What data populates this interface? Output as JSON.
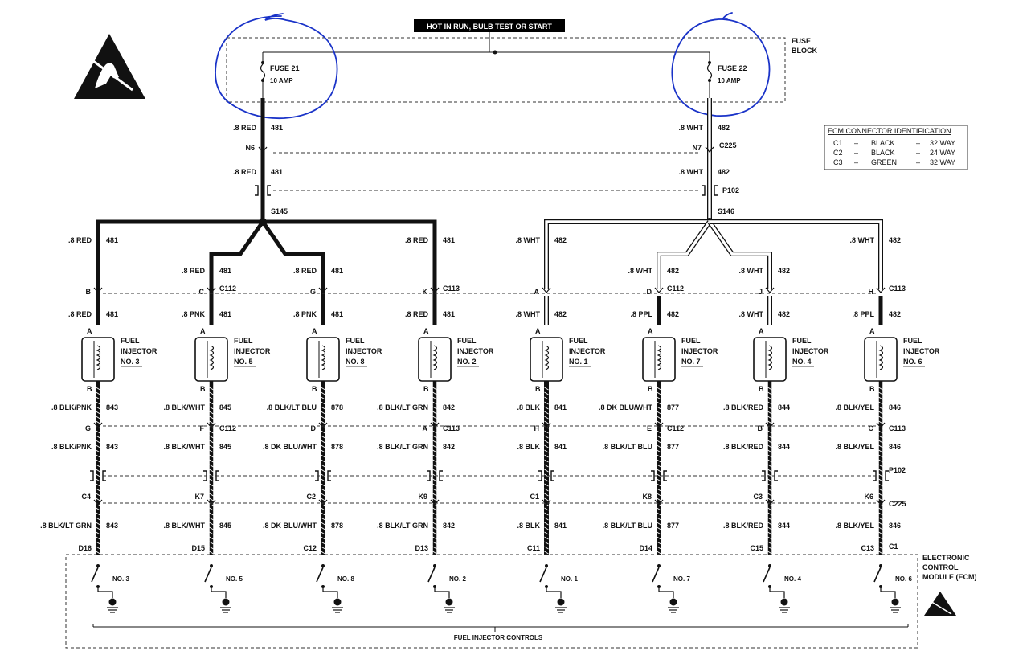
{
  "header": {
    "title": "HOT IN RUN, BULB TEST OR START"
  },
  "fuse_block": {
    "label_line1": "FUSE",
    "label_line2": "BLOCK",
    "fuses": [
      {
        "name": "FUSE 21",
        "rating": "10 AMP"
      },
      {
        "name": "FUSE 22",
        "rating": "10 AMP"
      }
    ]
  },
  "feeds": [
    {
      "gauge_color": ".8 RED",
      "circuit": "481",
      "connector_pin": "N6",
      "connector": "",
      "passthru": "",
      "splice": "S145",
      "color": "#000000"
    },
    {
      "gauge_color": ".8 WHT",
      "circuit": "482",
      "connector_pin": "N7",
      "connector": "C225",
      "passthru": "P102",
      "splice": "S146",
      "color": "#ffffff"
    }
  ],
  "ecm_table": {
    "title": "ECM CONNECTOR IDENTIFICATION",
    "rows": [
      {
        "c": "C1",
        "color": "BLACK",
        "way": "32 WAY"
      },
      {
        "c": "C2",
        "color": "BLACK",
        "way": "24 WAY"
      },
      {
        "c": "C3",
        "color": "GREEN",
        "way": "32 WAY"
      }
    ],
    "sep": "–"
  },
  "injectors": [
    {
      "feed_top": ".8 RED",
      "feed_circuit": "481",
      "pin": "B",
      "connector": "",
      "feed_bottom": ".8 RED",
      "feed_circuit2": "481",
      "name": "FUEL",
      "name2": "INJECTOR",
      "no": "NO. 3",
      "return_color": ".8 BLK/PNK",
      "return_circuit": "843",
      "ret_pin": "G",
      "ret_connector": "",
      "ret_color2": ".8 BLK/PNK",
      "ret_circuit2": "843",
      "c225_pin": "C4",
      "c225_label": "",
      "ecm_color": ".8 BLK/LT GRN",
      "ecm_circuit": "843",
      "ecm_pin": "D16",
      "ecm_label": "",
      "driver": "NO. 3"
    },
    {
      "feed_top": ".8 RED",
      "feed_circuit": "481",
      "pin": "C",
      "connector": "C112",
      "feed_bottom": ".8 PNK",
      "feed_circuit2": "481",
      "name": "FUEL",
      "name2": "INJECTOR",
      "no": "NO. 5",
      "return_color": ".8 BLK/WHT",
      "return_circuit": "845",
      "ret_pin": "F",
      "ret_connector": "C112",
      "ret_color2": ".8 BLK/WHT",
      "ret_circuit2": "845",
      "c225_pin": "K7",
      "c225_label": "",
      "ecm_color": ".8 BLK/WHT",
      "ecm_circuit": "845",
      "ecm_pin": "D15",
      "ecm_label": "",
      "driver": "NO. 5"
    },
    {
      "feed_top": ".8 RED",
      "feed_circuit": "481",
      "pin": "G",
      "connector": "",
      "feed_bottom": ".8 PNK",
      "feed_circuit2": "481",
      "name": "FUEL",
      "name2": "INJECTOR",
      "no": "NO. 8",
      "return_color": ".8 BLK/LT BLU",
      "return_circuit": "878",
      "ret_pin": "D",
      "ret_connector": "",
      "ret_color2": ".8 DK BLU/WHT",
      "ret_circuit2": "878",
      "c225_pin": "C2",
      "c225_label": "",
      "ecm_color": ".8 DK BLU/WHT",
      "ecm_circuit": "878",
      "ecm_pin": "C12",
      "ecm_label": "",
      "driver": "NO. 8"
    },
    {
      "feed_top": ".8 RED",
      "feed_circuit": "481",
      "pin": "K",
      "connector": "C113",
      "feed_bottom": ".8 RED",
      "feed_circuit2": "481",
      "name": "FUEL",
      "name2": "INJECTOR",
      "no": "NO. 2",
      "return_color": ".8 BLK/LT GRN",
      "return_circuit": "842",
      "ret_pin": "A",
      "ret_connector": "C113",
      "ret_color2": ".8 BLK/LT GRN",
      "ret_circuit2": "842",
      "c225_pin": "K9",
      "c225_label": "",
      "ecm_color": ".8 BLK/LT GRN",
      "ecm_circuit": "842",
      "ecm_pin": "D13",
      "ecm_label": "",
      "driver": "NO. 2"
    },
    {
      "feed_top": ".8 WHT",
      "feed_circuit": "482",
      "pin": "A",
      "connector": "",
      "feed_bottom": ".8 WHT",
      "feed_circuit2": "482",
      "name": "FUEL",
      "name2": "INJECTOR",
      "no": "NO. 1",
      "return_color": ".8 BLK",
      "return_circuit": "841",
      "ret_pin": "H",
      "ret_connector": "",
      "ret_color2": ".8 BLK",
      "ret_circuit2": "841",
      "c225_pin": "C1",
      "c225_label": "",
      "ecm_color": ".8 BLK",
      "ecm_circuit": "841",
      "ecm_pin": "C11",
      "ecm_label": "",
      "driver": "NO. 1"
    },
    {
      "feed_top": ".8 WHT",
      "feed_circuit": "482",
      "pin": "D",
      "connector": "C112",
      "feed_bottom": ".8 PPL",
      "feed_circuit2": "482",
      "name": "FUEL",
      "name2": "INJECTOR",
      "no": "NO. 7",
      "return_color": ".8 DK BLU/WHT",
      "return_circuit": "877",
      "ret_pin": "E",
      "ret_connector": "C112",
      "ret_color2": ".8 BLK/LT BLU",
      "ret_circuit2": "877",
      "c225_pin": "K8",
      "c225_label": "",
      "ecm_color": ".8 BLK/LT BLU",
      "ecm_circuit": "877",
      "ecm_pin": "D14",
      "ecm_label": "",
      "driver": "NO. 7"
    },
    {
      "feed_top": ".8 WHT",
      "feed_circuit": "482",
      "pin": "J",
      "connector": "",
      "feed_bottom": ".8 WHT",
      "feed_circuit2": "482",
      "name": "FUEL",
      "name2": "INJECTOR",
      "no": "NO. 4",
      "return_color": ".8 BLK/RED",
      "return_circuit": "844",
      "ret_pin": "B",
      "ret_connector": "",
      "ret_color2": ".8 BLK/RED",
      "ret_circuit2": "844",
      "c225_pin": "C3",
      "c225_label": "",
      "ecm_color": ".8 BLK/RED",
      "ecm_circuit": "844",
      "ecm_pin": "C15",
      "ecm_label": "",
      "driver": "NO. 4"
    },
    {
      "feed_top": ".8 WHT",
      "feed_circuit": "482",
      "pin": "H",
      "connector": "C113",
      "feed_bottom": ".8 PPL",
      "feed_circuit2": "482",
      "name": "FUEL",
      "name2": "INJECTOR",
      "no": "NO. 6",
      "return_color": ".8 BLK/YEL",
      "return_circuit": "846",
      "ret_pin": "C",
      "ret_connector": "C113",
      "ret_color2": ".8 BLK/YEL",
      "ret_circuit2": "846",
      "c225_pin": "K6",
      "c225_label": "C225",
      "ecm_color": ".8 BLK/YEL",
      "ecm_circuit": "846",
      "ecm_pin": "C13",
      "ecm_label": "C1",
      "driver": "NO. 6"
    }
  ],
  "injector_pins": {
    "top": "A",
    "bottom": "B"
  },
  "passthru_label": "P102",
  "ecm": {
    "line1": "ELECTRONIC",
    "line2": "CONTROL",
    "line3": "MODULE (ECM)",
    "footer": "FUEL INJECTOR CONTROLS"
  },
  "colors": {
    "ink": "#1a33c8",
    "wire": "#000000",
    "header_bg": "#000000"
  }
}
